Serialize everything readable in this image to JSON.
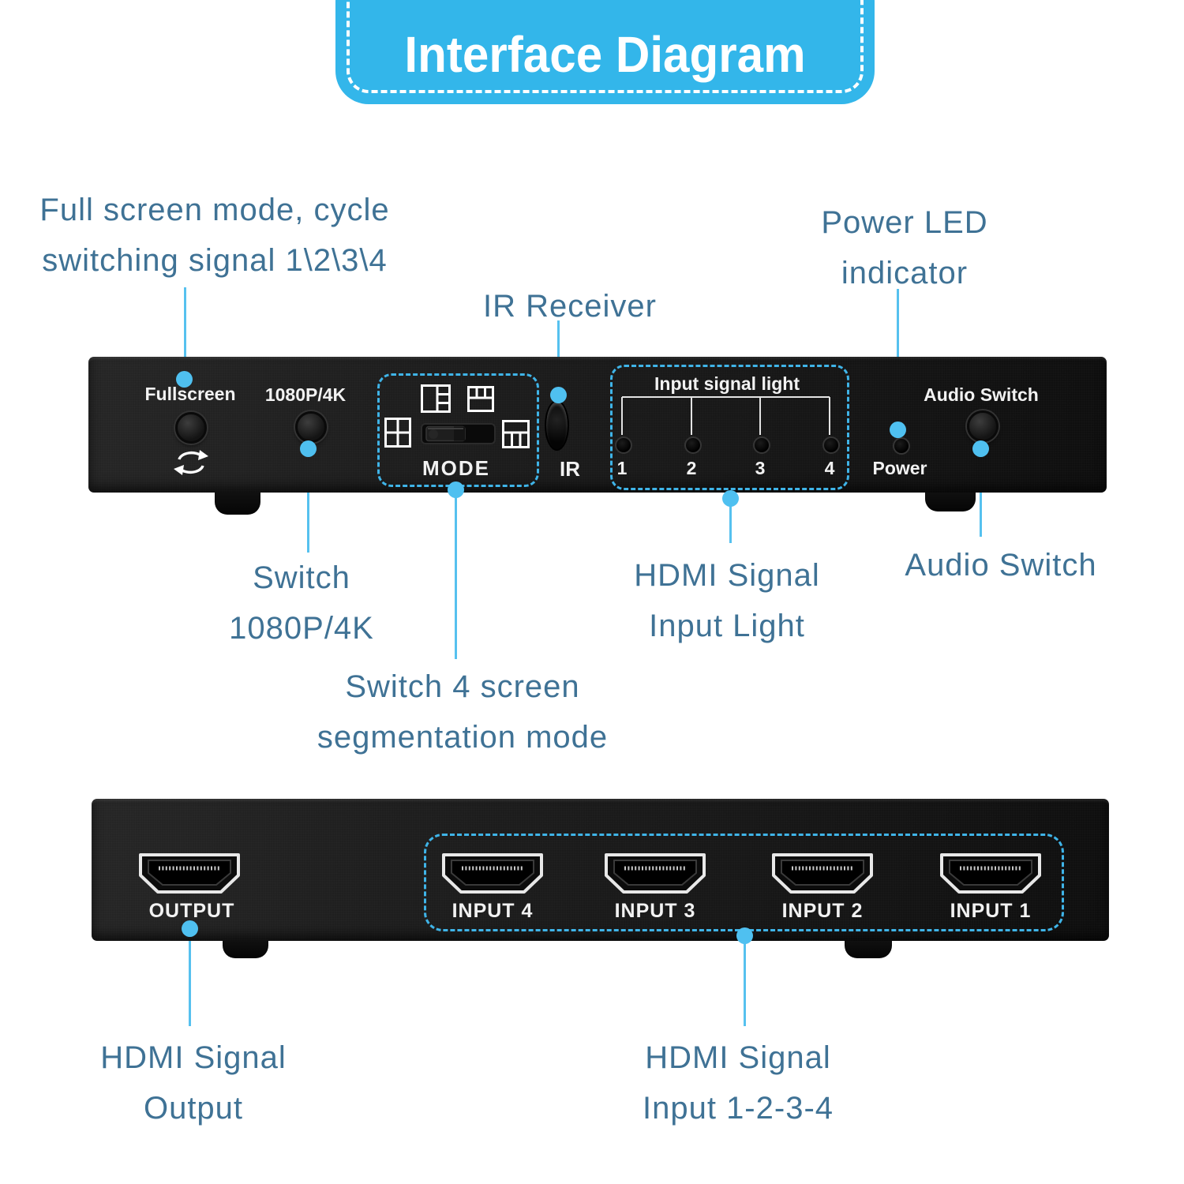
{
  "title": "Interface Diagram",
  "front_panel": {
    "fullscreen_label": "Fullscreen",
    "resolution_label": "1080P/4K",
    "mode_label": "MODE",
    "ir_label": "IR",
    "input_signal_light_label": "Input signal light",
    "input_numbers": [
      "1",
      "2",
      "3",
      "4"
    ],
    "power_label": "Power",
    "audio_switch_label": "Audio Switch"
  },
  "rear_panel": {
    "ports": [
      {
        "label": "OUTPUT"
      },
      {
        "label": "INPUT 4"
      },
      {
        "label": "INPUT 3"
      },
      {
        "label": "INPUT 2"
      },
      {
        "label": "INPUT 1"
      }
    ]
  },
  "callouts": {
    "fullscreen": {
      "line1": "Full screen mode, cycle",
      "line2": "switching signal 1\\2\\3\\4"
    },
    "ir_receiver": {
      "line1": "IR Receiver"
    },
    "power_led": {
      "line1": "Power LED",
      "line2": "indicator"
    },
    "switch_resolution": {
      "line1": "Switch",
      "line2": "1080P/4K"
    },
    "segmentation_mode": {
      "line1": "Switch 4 screen",
      "line2": "segmentation mode"
    },
    "input_light": {
      "line1": "HDMI Signal",
      "line2": "Input Light"
    },
    "audio_switch": {
      "line1": "Audio Switch"
    },
    "hdmi_output": {
      "line1": "HDMI Signal",
      "line2": "Output"
    },
    "hdmi_inputs": {
      "line1": "HDMI Signal",
      "line2": "Input 1-2-3-4"
    }
  },
  "colors": {
    "banner_blue": "#33b6ea",
    "callout_line_blue": "#56c1ef",
    "label_text_blue": "#3f7295",
    "dashed_outline_blue": "#3fb4e8",
    "device_black": "#1a1a1a",
    "device_text_white": "#f2f2f2"
  }
}
